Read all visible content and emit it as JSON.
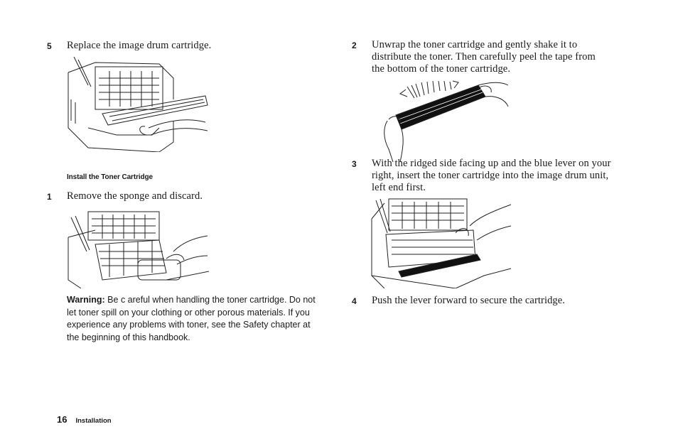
{
  "left_column": {
    "step5": {
      "number": "5",
      "text": "Replace the image drum cartridge."
    },
    "subheading": "Install the Toner Cartridge",
    "step1": {
      "number": "1",
      "text": "Remove the sponge and discard."
    },
    "warning": {
      "label": "Warning:",
      "text": " Be c areful when handling the toner cartridge. Do not let toner spill on your clothing or other porous materials. If you experience any problems with toner, see the Safety chapter at the beginning of this handbook."
    }
  },
  "right_column": {
    "step2": {
      "number": "2",
      "text": "Unwrap the toner cartridge and gently shake it to distribute the toner. Then carefully peel the tape from the bottom of the toner cartridge."
    },
    "step3": {
      "number": "3",
      "text": "With the ridged side facing up and the blue lever on your right, insert the toner cartridge into the image drum unit, left end first."
    },
    "step4": {
      "number": "4",
      "text": "Push the lever forward to secure the cartridge."
    }
  },
  "footer": {
    "page_number": "16",
    "section": "Installation"
  }
}
